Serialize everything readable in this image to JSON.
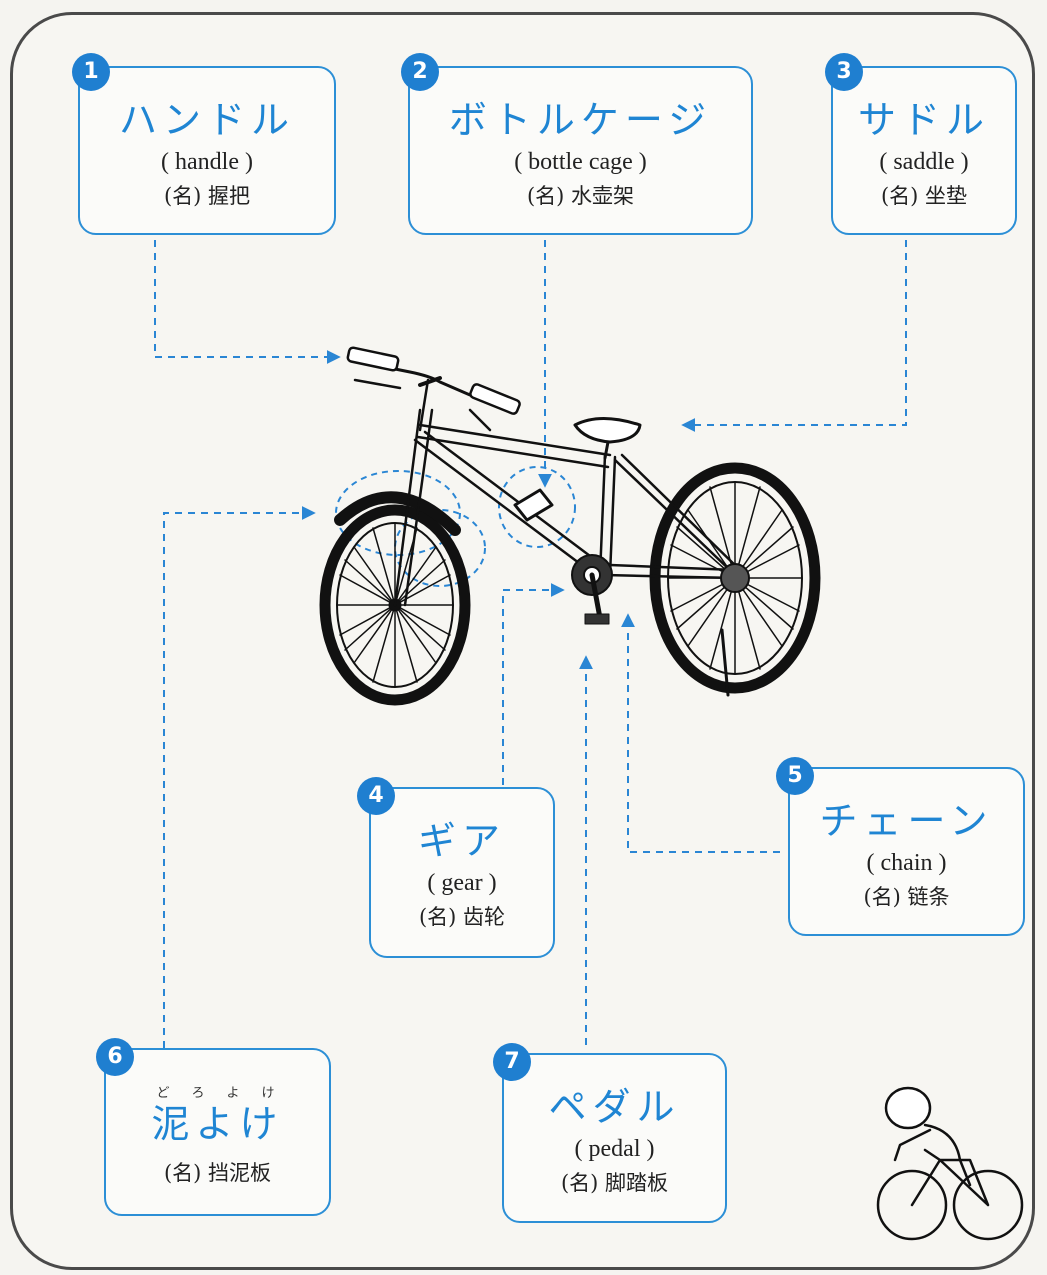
{
  "terms": [
    {
      "num": "1",
      "term": "ハンドル",
      "reading": "( handle )",
      "meaning": "(名) 握把"
    },
    {
      "num": "2",
      "term": "ボトルケージ",
      "reading": "( bottle cage )",
      "meaning": "(名) 水壶架"
    },
    {
      "num": "3",
      "term": "サドル",
      "reading": "( saddle )",
      "meaning": "(名) 坐垫"
    },
    {
      "num": "4",
      "term": "ギア",
      "reading": "( gear )",
      "meaning": "(名) 齿轮"
    },
    {
      "num": "5",
      "term": "チェーン",
      "reading": "( chain )",
      "meaning": "(名) 链条"
    },
    {
      "num": "6",
      "term": "泥よけ",
      "furigana": "どろよけ",
      "meaning": "(名) 挡泥板"
    },
    {
      "num": "7",
      "term": "ペダル",
      "reading": "( pedal )",
      "meaning": "(名) 脚踏板"
    }
  ],
  "colors": {
    "accent": "#1f7fd0",
    "card_border": "#2c8fd6",
    "arrow": "#2a86d4",
    "ink": "#111111",
    "frame": "#4a4a4a"
  },
  "icons": [
    "bicycle-illustration",
    "cyclist-icon"
  ]
}
